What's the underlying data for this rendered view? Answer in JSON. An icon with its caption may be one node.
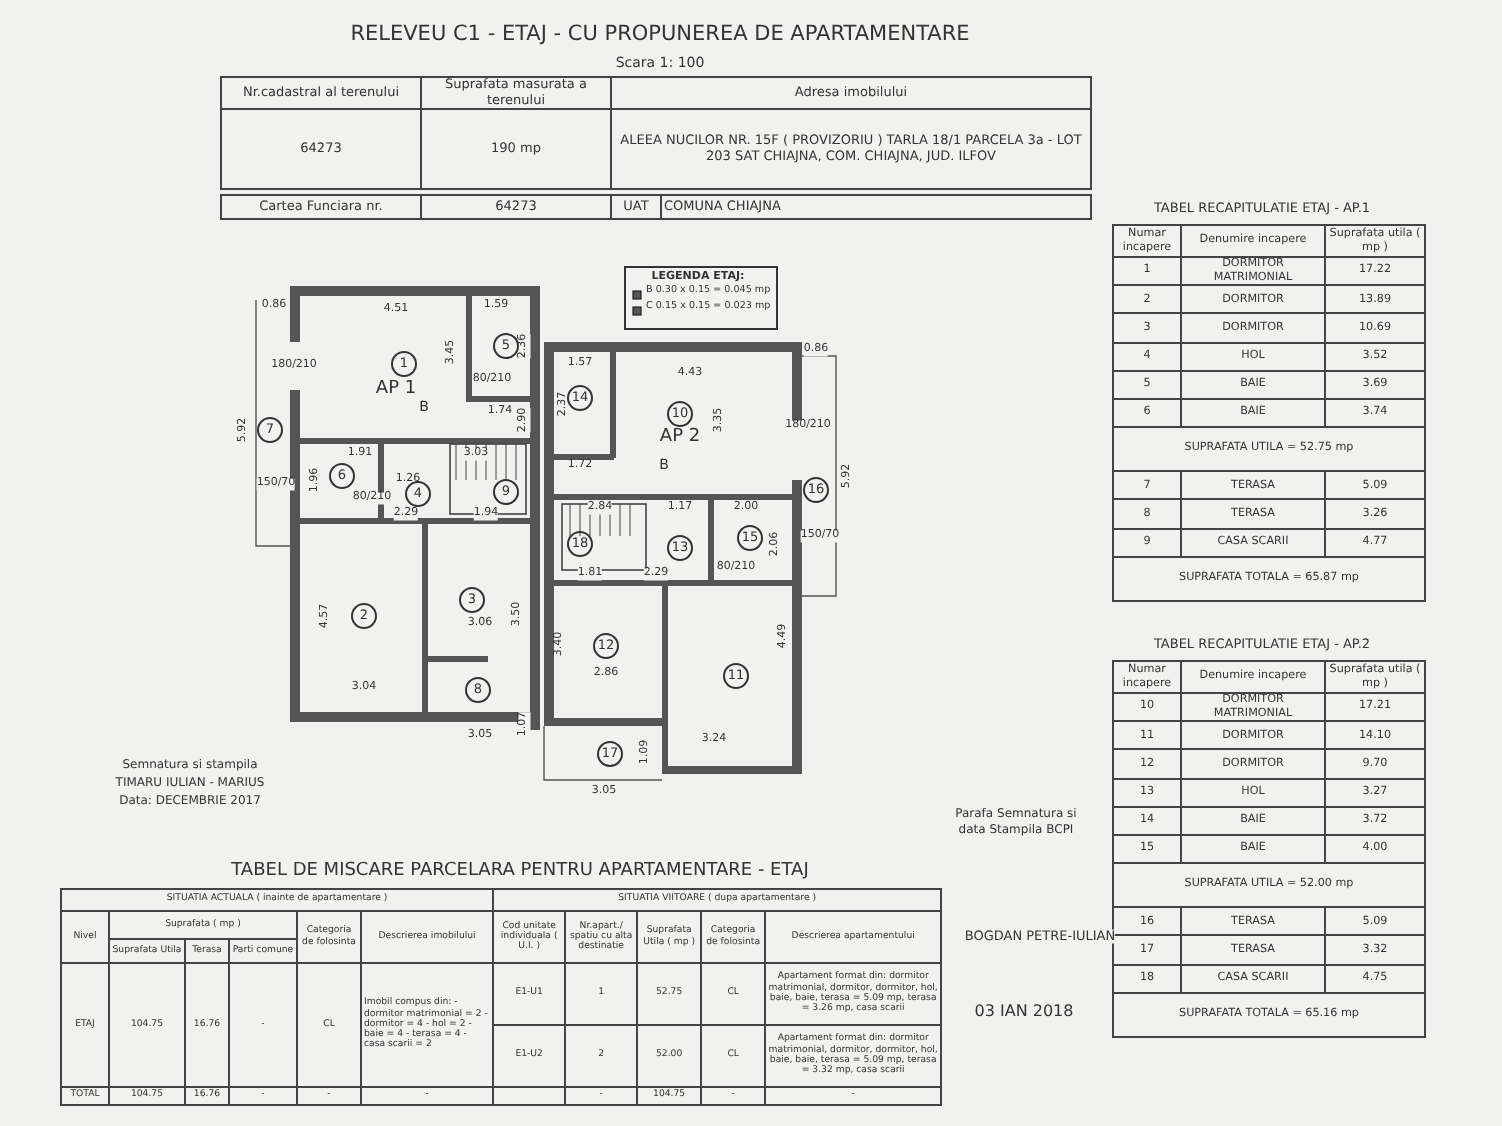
{
  "diagram": {
    "title": "RELEVEU C1 - ETAJ - CU PROPUNEREA DE APARTAMENTARE",
    "nodes": [
      {
        "text": [
          "1"
        ]
      },
      {
        "text": [
          "2"
        ]
      },
      {
        "text": [
          "3"
        ]
      },
      {
        "text": [
          "4"
        ]
      },
      {
        "text": [
          "5"
        ]
      },
      {
        "text": [
          "6"
        ]
      },
      {
        "text": [
          "7"
        ]
      },
      {
        "text": [
          "8"
        ]
      },
      {
        "text": [
          "9"
        ]
      },
      {
        "text": [
          "10"
        ]
      },
      {
        "text": [
          "11"
        ]
      },
      {
        "text": [
          "12"
        ]
      },
      {
        "text": [
          "13"
        ]
      },
      {
        "text": [
          "14"
        ]
      },
      {
        "text": [
          "15"
        ]
      },
      {
        "text": [
          "16"
        ]
      },
      {
        "text": [
          "17"
        ]
      },
      {
        "text": [
          "18"
        ]
      }
    ],
    "labels": [
      "Scara 1: 100",
      "Nr.cadastral al terenului",
      "Suprafata masurata a terenului",
      "Adresa imobilului",
      "64273",
      "190 mp",
      "ALEEA NUCILOR NR. 15F ( PROVIZORIU ) TARLA 18/1 PARCELA 3a - LOT 203 SAT CHIAJNA, COM. CHIAJNA, JUD. ILFOV",
      "Cartea Funciara nr.",
      "64273",
      "UAT",
      "COMUNA CHIAJNA",
      "TABEL RECAPITULATIE ETAJ - AP.1",
      "Numar incapere",
      "Denumire incapere",
      "Suprafata utila ( mp )",
      "1",
      "DORMITOR MATRIMONIAL",
      "17.22",
      "2",
      "DORMITOR",
      "13.89",
      "3",
      "DORMITOR",
      "10.69",
      "4",
      "HOL",
      "3.52",
      "5",
      "BAIE",
      "3.69",
      "6",
      "BAIE",
      "3.74",
      "SUPRAFATA UTILA = 52.75 mp",
      "7",
      "TERASA",
      "5.09",
      "8",
      "TERASA",
      "3.26",
      "9",
      "CASA SCARII",
      "4.77",
      "SUPRAFATA TOTALA = 65.87 mp",
      "LEGENDA ETAJ:",
      "AP 1",
      "AP 2",
      "0.86",
      "4.51",
      "1.59",
      "5.92",
      "180/210",
      "3.45",
      "2.36",
      "80/210",
      "1.74",
      "B",
      "2.90",
      "1.91",
      "3.03",
      "150/70",
      "1.96",
      "1.26",
      "80/210",
      "2.29",
      "1.94",
      "4.57",
      "3.06",
      "3.50",
      "3.04",
      "1.07",
      "3.05",
      "1.57",
      "4.43",
      "0.86",
      "2.37",
      "3.35",
      "180/210",
      "1.72",
      "B",
      "5.92",
      "2.84",
      "1.17",
      "2.00",
      "150/70",
      "2.06",
      "80/210",
      "1.81",
      "2.29",
      "3.40",
      "2.86",
      "4.49",
      "1.09",
      "3.24",
      "3.05",
      "TABEL RECAPITULATIE ETAJ - AP.2",
      "Numar incapere",
      "Denumire incapere",
      "Suprafata utila ( mp )",
      "10",
      "DORMITOR MATRIMONIAL",
      "17.21",
      "11",
      "DORMITOR",
      "14.10",
      "12",
      "DORMITOR",
      "9.70",
      "13",
      "HOL",
      "3.27",
      "14",
      "BAIE",
      "3.72",
      "15",
      "BAIE",
      "4.00",
      "SUPRAFATA UTILA = 52.00 mp",
      "16",
      "TERASA",
      "5.09",
      "17",
      "TERASA",
      "3.32",
      "18",
      "CASA SCARII",
      "4.75",
      "SUPRAFATA TOTALA = 65.16 mp",
      "Semnatura si stampila",
      "TIMARU IULIAN - MARIUS",
      "Data: DECEMBRIE 2017",
      "Parafa Semnatura si data Stampila BCPI",
      "BOGDAN PETRE-IULIAN",
      "03 IAN 2018",
      "TABEL DE MISCARE PARCELARA PENTRU APARTAMENTARE - ETAJ",
      "SITUATIA ACTUALA ( inainte de apartamentare )",
      "SITUATIA VIITOARE ( dupa apartamentare )",
      "Nivel",
      "Suprafata ( mp )",
      "Categoria de folosinta",
      "Descrierea imobilului",
      "Cod unitate individuala ( U.I. )",
      "Nr.apart./ spatiu cu alta destinatie",
      "Suprafata Utila ( mp )",
      "Categoria de folosinta",
      "Descrierea apartamentului",
      "Suprafata Utila",
      "Terasa",
      "Parti comune",
      "ETAJ",
      "104.75",
      "16.76",
      "-",
      "CL",
      "Imobil compus din: - dormitor matrimonial = 2 - dormitor = 4 - hol = 2 - baie = 4 - terasa = 4 - casa scarii = 2",
      "E1-U1",
      "1",
      "52.75",
      "CL",
      "Apartament format din: dormitor matrimonial, dormitor, dormitor, hol, baie, baie, terasa = 5.09 mp, terasa = 3.26 mp, casa scarii",
      "E1-U2",
      "2",
      "52.00",
      "CL",
      "Apartament format din: dormitor matrimonial, dormitor, dormitor, hol, baie, baie, terasa = 5.09 mp, terasa = 3.32 mp, casa scarii",
      "TOTAL",
      "104.75",
      "16.76",
      "-",
      "-",
      "-",
      "-",
      "104.75",
      "-",
      "-"
    ],
    "legend": [
      {
        "text": "B 0.30 x 0.15 = 0.045 mp"
      },
      {
        "text": "C 0.15 x 0.15 = 0.023 mp"
      }
    ]
  }
}
